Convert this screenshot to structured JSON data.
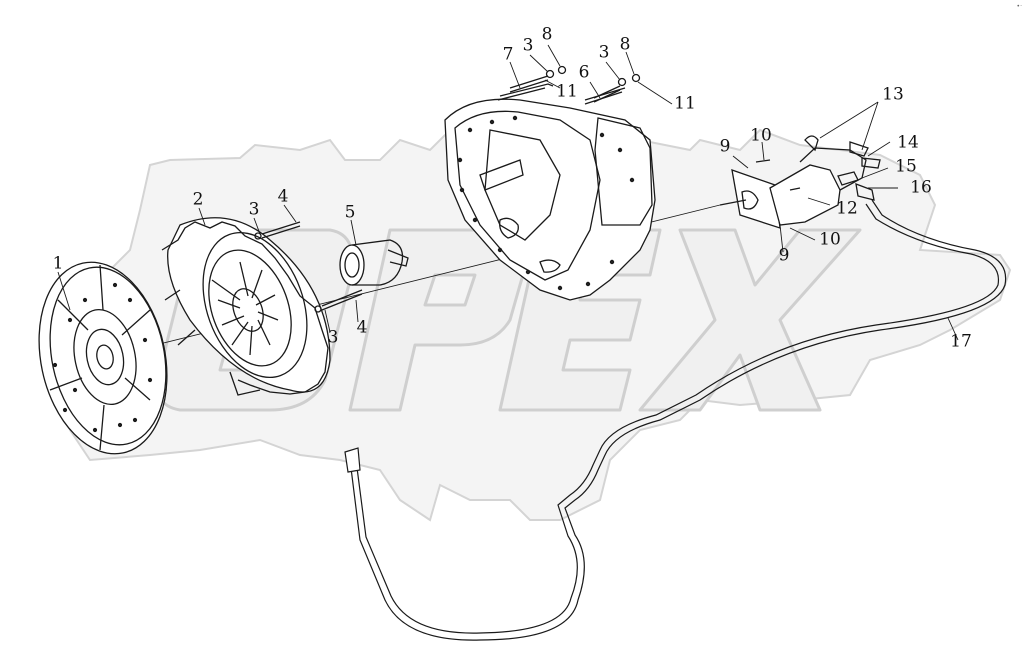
{
  "watermark": {
    "text": "OPEX",
    "fill_color": "#f2f2f2",
    "stroke_color": "#d0d0d0"
  },
  "corner_mark": "•·",
  "parts": [
    {
      "id": "p1",
      "label": "1"
    },
    {
      "id": "p2",
      "label": "2"
    },
    {
      "id": "p3a",
      "label": "3"
    },
    {
      "id": "p4a",
      "label": "4"
    },
    {
      "id": "p5",
      "label": "5"
    },
    {
      "id": "p3b",
      "label": "3"
    },
    {
      "id": "p4b",
      "label": "4"
    },
    {
      "id": "p7",
      "label": "7"
    },
    {
      "id": "p3c",
      "label": "3"
    },
    {
      "id": "p8a",
      "label": "8"
    },
    {
      "id": "p6",
      "label": "6"
    },
    {
      "id": "p3d",
      "label": "3"
    },
    {
      "id": "p8b",
      "label": "8"
    },
    {
      "id": "p11a",
      "label": "11"
    },
    {
      "id": "p11b",
      "label": "11"
    },
    {
      "id": "p10a",
      "label": "10"
    },
    {
      "id": "p9a",
      "label": "9"
    },
    {
      "id": "p13",
      "label": "13"
    },
    {
      "id": "p14",
      "label": "14"
    },
    {
      "id": "p15",
      "label": "15"
    },
    {
      "id": "p16",
      "label": "16"
    },
    {
      "id": "p12",
      "label": "12"
    },
    {
      "id": "p10b",
      "label": "10"
    },
    {
      "id": "p9b",
      "label": "9"
    },
    {
      "id": "p17",
      "label": "17"
    }
  ],
  "colors": {
    "line": "#1a1a1a",
    "background": "#ffffff"
  }
}
